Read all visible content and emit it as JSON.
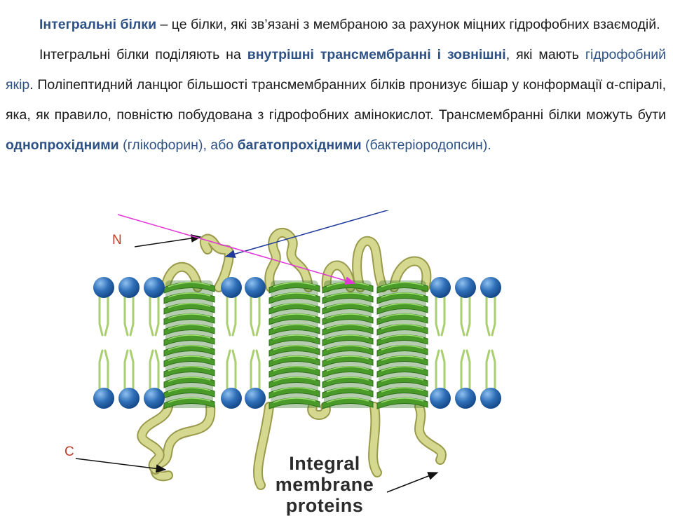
{
  "paragraph1": {
    "term": "Інтегральні білки",
    "rest": " – це білки, які зв’язані з мембраною за рахунок міцних гідрофобних взаємодій."
  },
  "paragraph2": {
    "part1": "Інтегральні білки поділяють на ",
    "types": "внутрішні трансмембранні і зовнішні",
    "part2": ", які мають ",
    "anchor": "гідрофобний якір",
    "part3": ". Поліпептидний ланцюг більшості трансмембранних білків пронизує бішар у конформації α-спіралі, яка, як правило, повністю побудована з гідрофобних амінокислот. Трансмембранні білки можуть бути ",
    "single": "однопрохідними",
    "single_example": " (глікофорин), або",
    "space": " ",
    "multi": "багатопрохідними",
    "multi_example": " (бактеріородопсин)."
  },
  "figure": {
    "label_n": "N",
    "label_c": "C",
    "caption_line1": "Integral",
    "caption_line2": "membrane",
    "caption_line3": "proteins"
  },
  "colors": {
    "highlight_text": "#2e5185",
    "label_red": "#c0392b",
    "helix_green": "#4a9a2a",
    "loop_khaki": "#cfd389",
    "lipid_head_blue": "#2f6fb8",
    "lipid_tail": "#a9cf70",
    "arrow_blue": "#1f3a9a",
    "arrow_magenta": "#e236d8"
  }
}
